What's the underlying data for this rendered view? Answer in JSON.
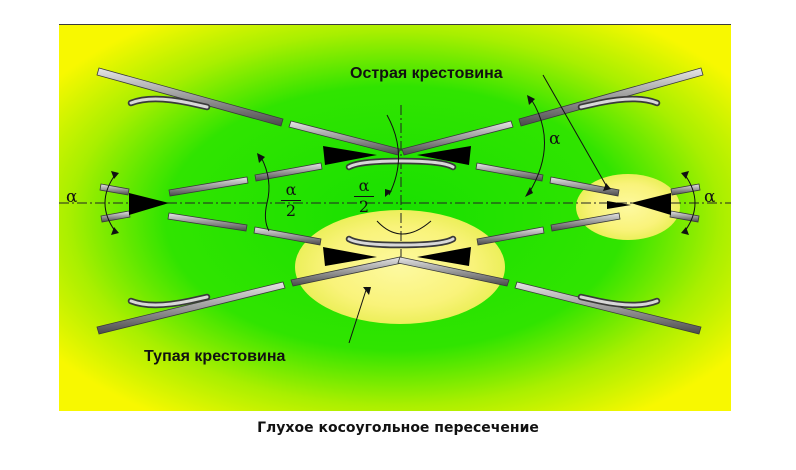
{
  "diagram": {
    "labels": {
      "acute_frog": "Острая крестовина",
      "obtuse_frog": "Тупая крестовина",
      "alpha": "α",
      "half_num": "α",
      "half_den": "2"
    },
    "caption": "Глухое косоугольное пересечение",
    "colors": {
      "background_green": "#1ee100",
      "background_yellow": "#f6f600",
      "highlight": "#fbf57d",
      "rail": "#8c8c8c",
      "ink": "#111111"
    }
  }
}
